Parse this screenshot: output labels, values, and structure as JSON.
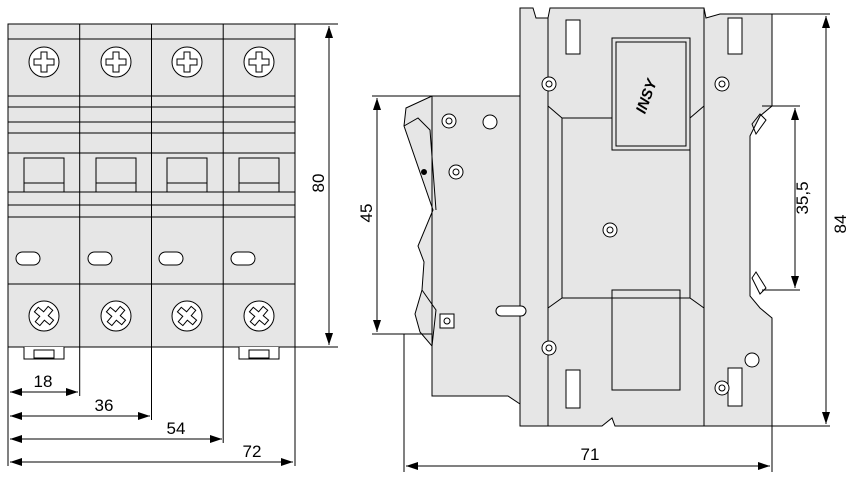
{
  "colors": {
    "body_fill": "#e6e6e6",
    "line": "#000000",
    "background": "#ffffff"
  },
  "front_view": {
    "pole_count": 4,
    "top_screw_icon": "phillips-screw-top-icon",
    "bottom_screw_icon": "phillips-screw-bottom-icon",
    "dimensions": {
      "height": "80",
      "widths": [
        "18",
        "36",
        "54",
        "72"
      ]
    }
  },
  "side_view": {
    "logo": "INSY",
    "dimensions": {
      "front_height": "45",
      "rail_height": "35,5",
      "total_height": "84",
      "depth": "71"
    }
  }
}
